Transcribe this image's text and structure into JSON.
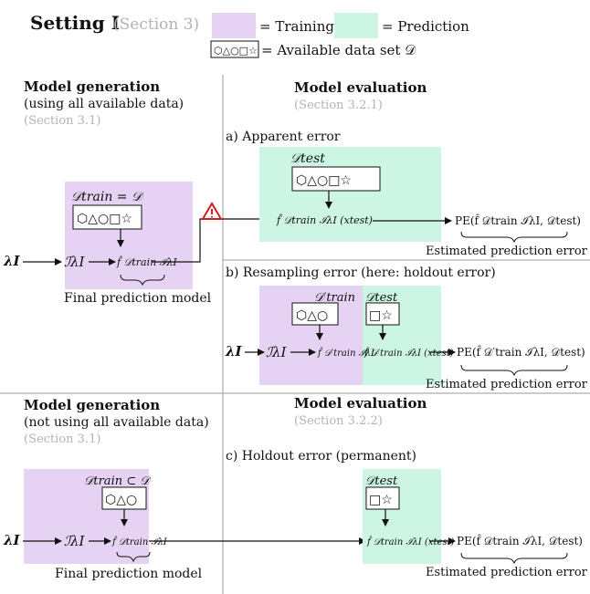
{
  "header": {
    "setting_label": "Setting I",
    "setting_section": "(Section 3)",
    "legend": {
      "training_label": "= Training",
      "prediction_label": "= Prediction",
      "dataset_shapes": "⬡△○□☆",
      "dataset_label": "= Available data set 𝒟"
    }
  },
  "top_left": {
    "title": "Model generation",
    "subtitle": "(using all available data)",
    "section": "(Section 3.1)",
    "train_set": "𝒟train = 𝒟",
    "shapes": "⬡△○□☆",
    "lambda": "λI",
    "inducer": "ℐλI",
    "model": "f̂ 𝒟train ℐλI",
    "caption": "Final prediction model"
  },
  "top_right": {
    "title": "Model evaluation",
    "section": "(Section 3.2.1)",
    "a": {
      "label": "a) Apparent error",
      "test_set": "𝒟test",
      "shapes": "⬡△○□☆",
      "prediction": "f̂ 𝒟train ℐλI (xtest)",
      "estimate": "PE(f̂ 𝒟train ℐλI, 𝒟test)",
      "estimate_caption": "Estimated prediction error"
    },
    "b": {
      "label": "b) Resampling error (here: holdout error)",
      "train_set": "𝒟′train",
      "train_shapes": "⬡△○",
      "test_set": "𝒟test",
      "test_shapes": "□☆",
      "lambda": "λI",
      "inducer": "ℐλI",
      "model": "f̂ 𝒟′train ℐλI",
      "prediction": "f̂ 𝒟′train ℐλI (xtest)",
      "estimate": "PE(f̂ 𝒟′train ℐλI, 𝒟test)",
      "estimate_caption": "Estimated prediction error"
    }
  },
  "bottom_left": {
    "title": "Model generation",
    "subtitle": "(not using all available data)",
    "section": "(Section 3.1)",
    "train_set": "𝒟train ⊂ 𝒟",
    "shapes": "⬡△○",
    "lambda": "λI",
    "inducer": "ℐλI",
    "model": "f̂ 𝒟train ℐλI",
    "caption": "Final prediction model"
  },
  "bottom_right": {
    "title": "Model evaluation",
    "section": "(Section 3.2.2)",
    "c": {
      "label": "c) Holdout error (permanent)",
      "test_set": "𝒟test",
      "shapes": "□☆",
      "prediction": "f̂ 𝒟train ℐλI (xtest)",
      "estimate": "PE(f̂ 𝒟train ℐλI, 𝒟test)",
      "estimate_caption": "Estimated prediction error"
    }
  },
  "colors": {
    "training": "#e6d2f2",
    "prediction": "#cdf5e3",
    "warning": "#cc1f1f",
    "divider": "#9a9a9a",
    "grey_text": "#b3b3b3"
  },
  "icons": [
    "warning-triangle-icon",
    "arrow-icon",
    "brace-icon"
  ]
}
